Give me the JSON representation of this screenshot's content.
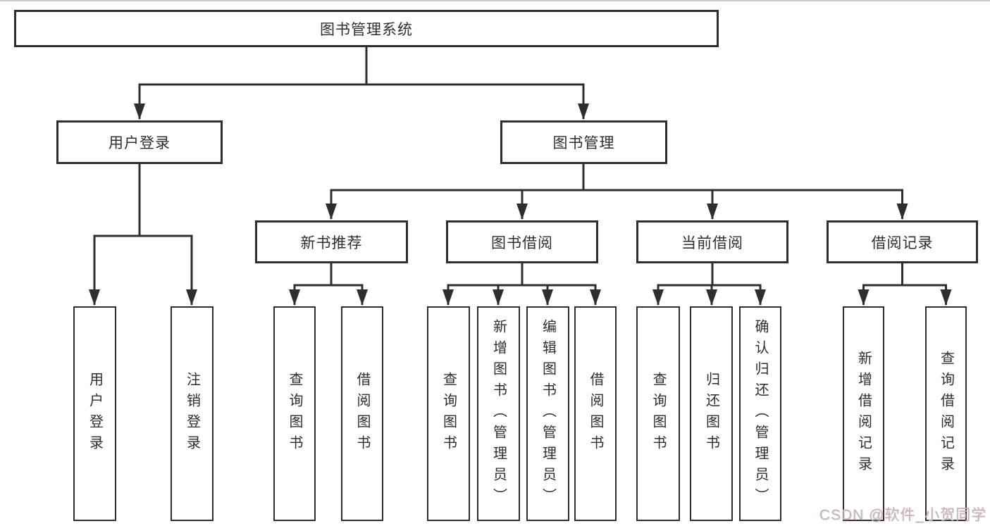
{
  "page": {
    "background": "#ffffff",
    "top_rule_color": "#cbcbcb"
  },
  "diagram": {
    "type": "hierarchy-tree",
    "stroke_color": "#2e2e2e",
    "box_background": "#ffffff",
    "tree": {
      "label": "图书管理系统",
      "children": [
        {
          "label": "用户登录",
          "children": [
            {
              "label": "用户登录"
            },
            {
              "label": "注销登录"
            }
          ]
        },
        {
          "label": "图书管理",
          "children": [
            {
              "label": "新书推荐",
              "children": [
                {
                  "label": "查询图书"
                },
                {
                  "label": "借阅图书"
                }
              ]
            },
            {
              "label": "图书借阅",
              "children": [
                {
                  "label": "查询图书"
                },
                {
                  "label": "新增图书（管理员）"
                },
                {
                  "label": "编辑图书（管理员）"
                },
                {
                  "label": "借阅图书"
                }
              ]
            },
            {
              "label": "当前借阅",
              "children": [
                {
                  "label": "查询图书"
                },
                {
                  "label": "归还图书"
                },
                {
                  "label": "确认归还（管理员）"
                }
              ]
            },
            {
              "label": "借阅记录",
              "children": [
                {
                  "label": "新增借阅记录"
                },
                {
                  "label": "查询借阅记录"
                }
              ]
            }
          ]
        }
      ]
    }
  },
  "watermark": {
    "text": "CSDN @软件_小贺同学",
    "color": "#b9b9b9"
  }
}
